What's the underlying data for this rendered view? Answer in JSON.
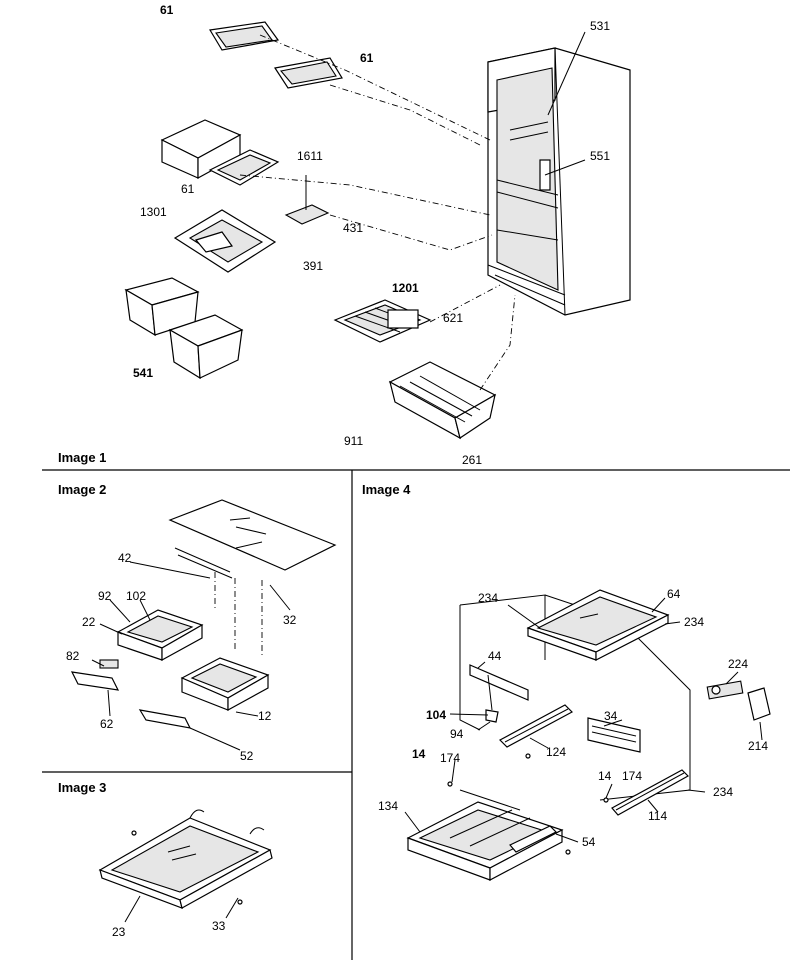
{
  "panels": {
    "image1": "Image 1",
    "image2": "Image 2",
    "image3": "Image 3",
    "image4": "Image 4"
  },
  "image1_labels": {
    "p61a": "61",
    "p61b": "61",
    "p61c": "61",
    "p531": "531",
    "p551": "551",
    "p1611": "1611",
    "p1301": "1301",
    "p431": "431",
    "p391": "391",
    "p1201": "1201",
    "p621": "621",
    "p541": "541",
    "p911": "911",
    "p261": "261"
  },
  "image2_labels": {
    "p42": "42",
    "p32": "32",
    "p92": "92",
    "p102": "102",
    "p22": "22",
    "p82": "82",
    "p62": "62",
    "p12": "12",
    "p52": "52"
  },
  "image3_labels": {
    "p23": "23",
    "p33": "33"
  },
  "image4_labels": {
    "p234a": "234",
    "p64": "64",
    "p234b": "234",
    "p224": "224",
    "p44": "44",
    "p214": "214",
    "p104": "104",
    "p34": "34",
    "p94": "94",
    "p124": "124",
    "p14a": "14",
    "p174a": "174",
    "p14b": "14",
    "p174b": "174",
    "p234c": "234",
    "p134": "134",
    "p114": "114",
    "p54": "54"
  }
}
